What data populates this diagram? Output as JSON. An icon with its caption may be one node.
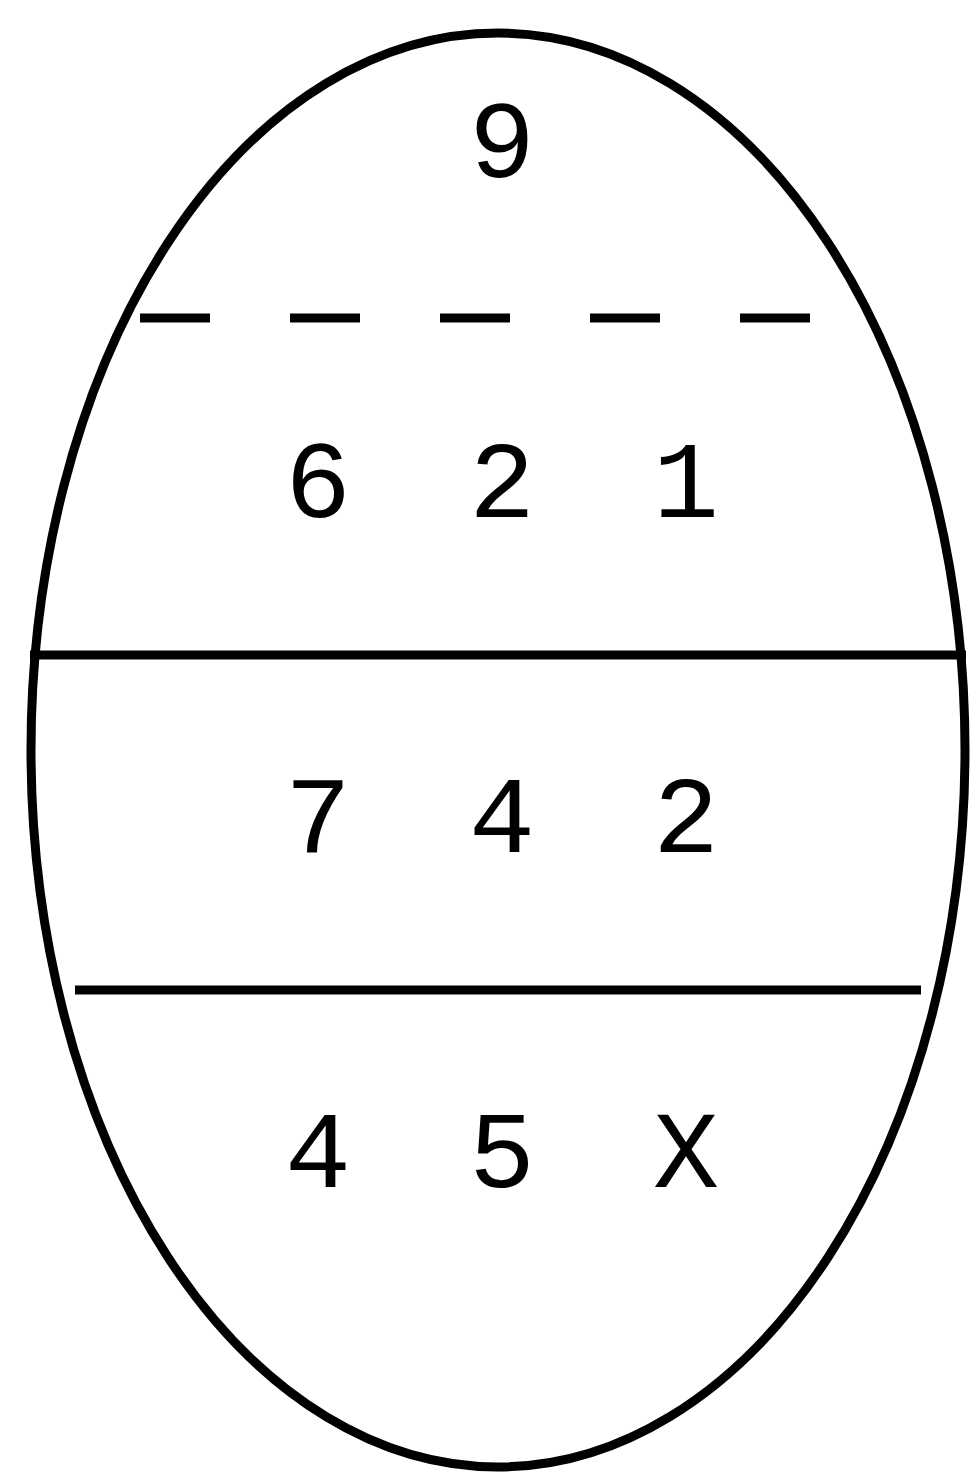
{
  "diagram": {
    "nodes": [
      {
        "text": [
          "9",
          "6 2 1",
          "7 4 2",
          "4 5 X"
        ]
      }
    ]
  }
}
